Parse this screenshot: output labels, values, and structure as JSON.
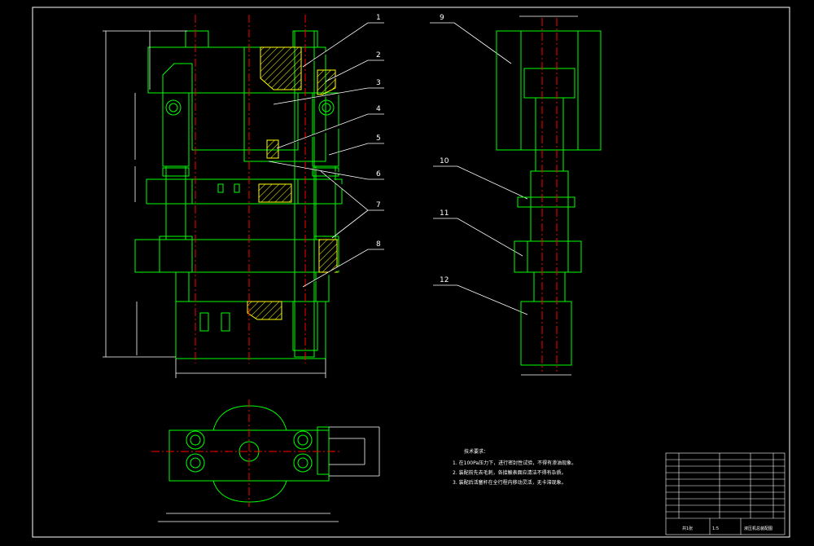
{
  "callouts": [
    "1",
    "2",
    "3",
    "4",
    "5",
    "6",
    "7",
    "8",
    "9",
    "10",
    "11",
    "12"
  ],
  "notes": {
    "title": "技术要求：",
    "lines": [
      "1. 在100Pa压力下，进行密封性试验，不得有渗油现象。",
      "2. 装配前先去毛刺，各接触表面应清洁不得有杂质。",
      "3. 装配后活塞杆在全行程内移动灵活，无卡滞现象。"
    ]
  },
  "title_block": {
    "drawing_title": "液压机总装配图",
    "scale": "1:5",
    "sheet": "共1张"
  },
  "colors": {
    "background": "#000000",
    "frame": "#ffffff",
    "outline": "#00ff00",
    "centerline": "#ff0000",
    "hatch": "#ffff00",
    "leader": "#ffffff"
  }
}
